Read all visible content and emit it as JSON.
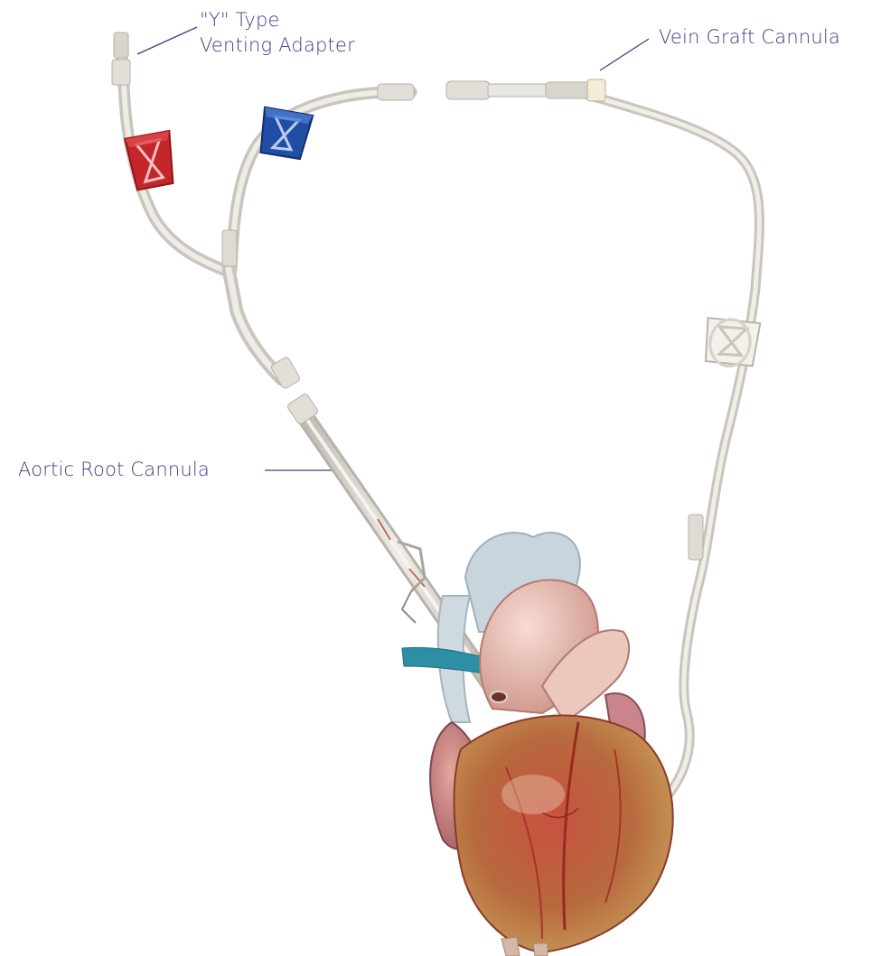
{
  "labels": {
    "y_adapter": {
      "line1": "\"Y\" Type",
      "line2": "Venting Adapter"
    },
    "vein_graft": "Vein Graft Cannula",
    "aortic_root": "Aortic Root Cannula"
  },
  "colors": {
    "label_text": "#3d3f86",
    "leader_line": "#3d3f86",
    "tubing": "#d9d6cf",
    "red_clamp": "#c4262b",
    "blue_clamp": "#1f4fa5",
    "heart_muscle": "#b8483a",
    "aorta": "#e6b8ae",
    "vessel_blue": "#2c8fa6"
  },
  "icons": [
    "red-clamp-icon",
    "blue-clamp-icon",
    "white-clamp-icon",
    "heart-illustration"
  ]
}
